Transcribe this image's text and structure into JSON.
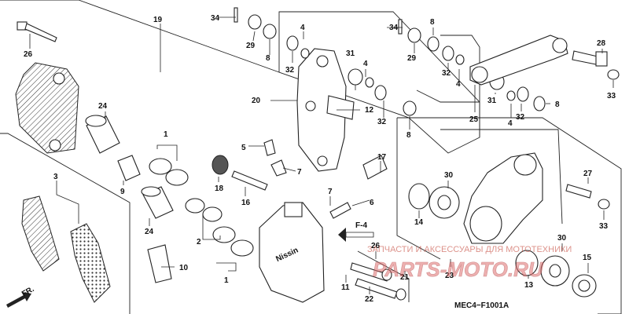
{
  "diagram": {
    "code": "MEC4−F1001A",
    "section_ref": "F-4",
    "direction_label": "FR.",
    "watermark_top": "ЗАПЧАСТИ И АКСЕССУАРЫ ДЛЯ МОТОТЕХНИКИ",
    "watermark_logo": "PARTS-MOTO.RU",
    "caliper_mark": "Nissin"
  },
  "callouts": {
    "c34a": "34",
    "c29a": "29",
    "c8a": "8",
    "c19": "19",
    "c26a": "26",
    "c4a": "4",
    "c32a": "32",
    "c31a": "31",
    "c4b": "4",
    "c32b": "32",
    "c20": "20",
    "c12": "12",
    "c8b": "8",
    "c34b": "34",
    "c8c": "8",
    "c29b": "29",
    "c28": "28",
    "c32c": "32",
    "c4c": "4",
    "c25": "25",
    "c31b": "31",
    "c4d": "4",
    "c8d": "8",
    "c32d": "32",
    "c33a": "33",
    "c24a": "24",
    "c1a": "1",
    "c5": "5",
    "c7a": "7",
    "c17": "17",
    "c18": "18",
    "c9": "9",
    "c16": "16",
    "c3": "3",
    "c24b": "24",
    "c2": "2",
    "c7b": "7",
    "c6": "6",
    "c30a": "30",
    "c14": "14",
    "c27": "27",
    "c33b": "33",
    "c10": "10",
    "c1b": "1",
    "c26b": "26",
    "c11": "11",
    "c22": "22",
    "c21": "21",
    "c23": "23",
    "c30b": "30",
    "c13": "13",
    "c15": "15"
  }
}
